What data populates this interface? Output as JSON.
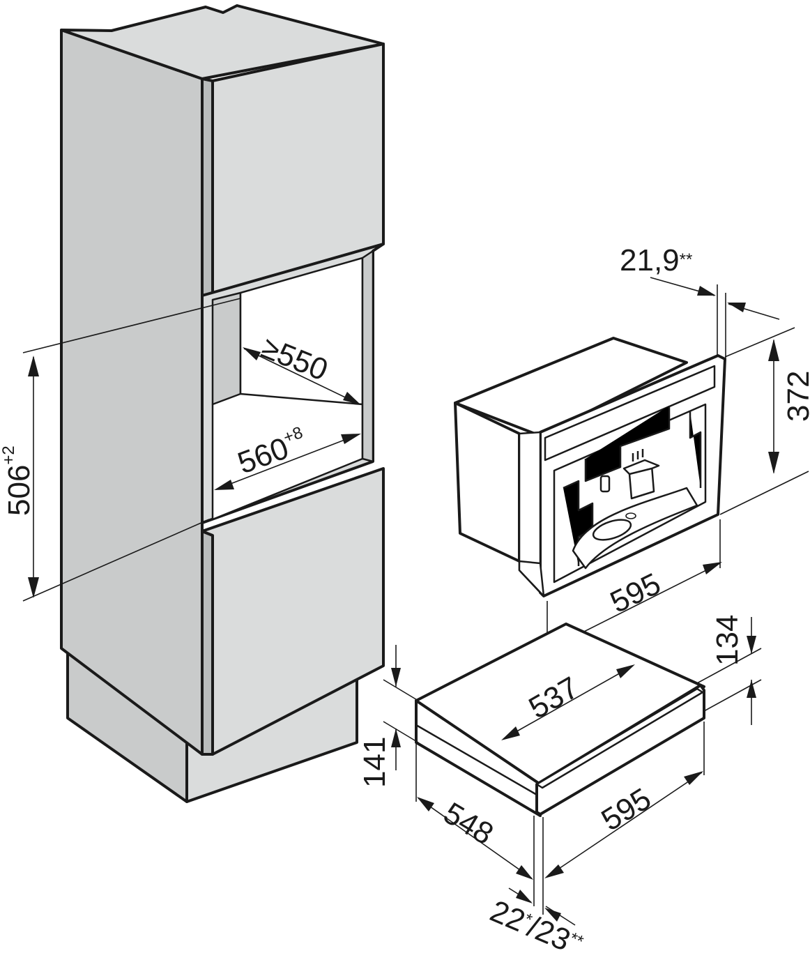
{
  "colors": {
    "line": "#1a1a1a",
    "cabinet_light": "#dadcdc",
    "cabinet_mid": "#c9cbcb",
    "cabinet_dark": "#b9bcbc",
    "appliance_fill": "#ffffff",
    "background": "#ffffff"
  },
  "dimensions": {
    "niche_height": {
      "value": "506",
      "tolerance": "+2"
    },
    "niche_depth": {
      "prefix": "≥",
      "value": "550"
    },
    "niche_width": {
      "value": "560",
      "tolerance": "+8"
    },
    "front_offset": {
      "value": "21,9",
      "suffix": "**"
    },
    "machine_height": "372",
    "machine_width": "595",
    "drawer_inner_depth": "537",
    "drawer_front_height": "134",
    "drawer_height": "141",
    "drawer_depth": "548",
    "drawer_width": "595",
    "drawer_front_offset": {
      "a": "22",
      "a_mark": "*",
      "sep": "/",
      "b": "23",
      "b_mark": "**"
    }
  },
  "icons": [
    "coffee-machine-icon",
    "warming-drawer-icon",
    "tall-cabinet-icon"
  ]
}
